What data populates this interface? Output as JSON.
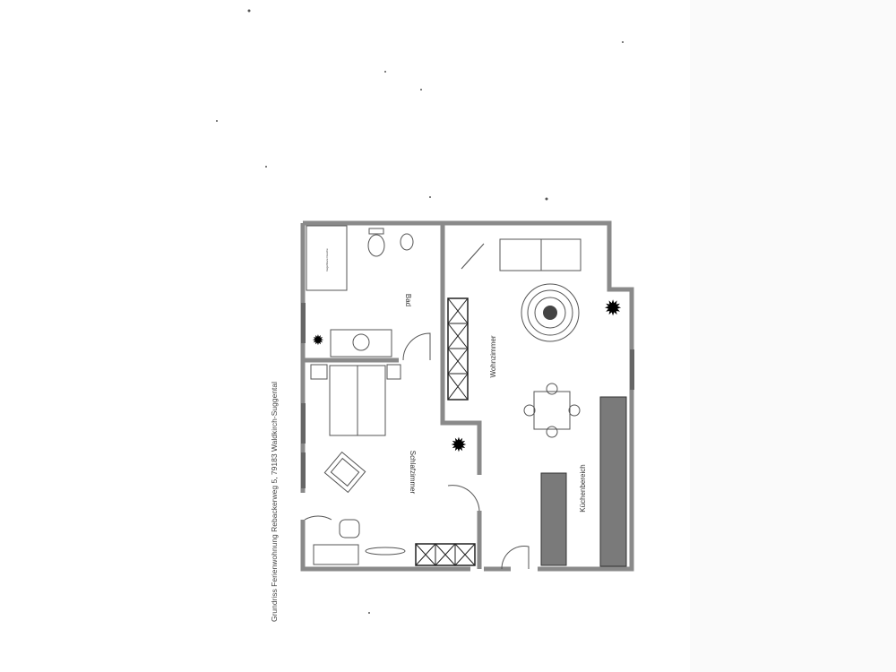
{
  "title": "Grundriss Ferienwohnung Rebackerweg 5, 79183 Waldkirch-Suggental",
  "rooms": {
    "bad": "Bad",
    "wohnzimmer": "Wohnzimmer",
    "schlafzimmer": "Schlafzimmer",
    "kuechenbereich": "Küchenbereich",
    "dusche": "begehbare Dusche"
  },
  "colors": {
    "wall": "#8a8a8a",
    "counter": "#7a7a7a",
    "paper": "#ffffff"
  }
}
